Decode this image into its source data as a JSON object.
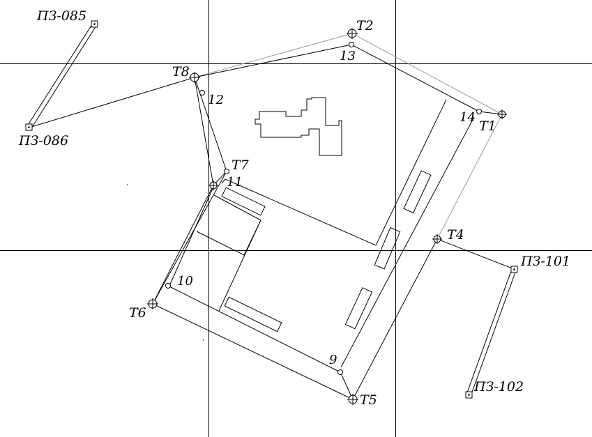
{
  "colors": {
    "line": "#000000",
    "grid": "#000000",
    "gray_line": "#9a9a9a",
    "background": "#ffffff"
  },
  "labels": {
    "pz085": "ПЗ-085",
    "pz086": "ПЗ-086",
    "pz101": "ПЗ-101",
    "pz102": "ПЗ-102",
    "t1": "T1",
    "t2": "T2",
    "t4": "T4",
    "t5": "T5",
    "t6": "T6",
    "t7": "T7",
    "t8": "T8",
    "n9": "9",
    "n10": "10",
    "n11": "11",
    "n12": "12",
    "n13": "13",
    "n14": "14"
  }
}
